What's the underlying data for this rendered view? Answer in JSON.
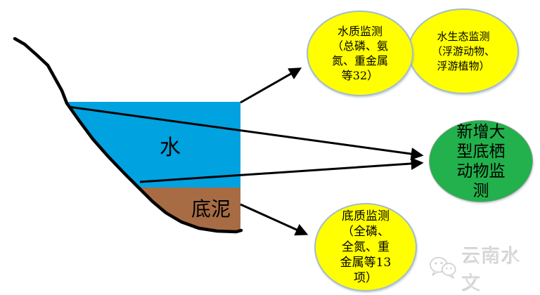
{
  "diagram": {
    "water_label": "水",
    "sediment_label": "底泥",
    "bubbles": {
      "water_quality": {
        "text": "水质监测\n（总磷、氨\n氮、重金属\n等32）",
        "fill": "#FFFF00"
      },
      "water_ecology": {
        "text": "水生态监测\n（浮游动物、\n浮游植物）",
        "fill": "#FFFF00"
      },
      "benthic": {
        "text": "新增大\n型底栖\n动物监\n测",
        "fill": "#22B14C"
      },
      "sediment_quality": {
        "text": "底质监测\n（全磷、\n全氮、重\n金属等13\n项）",
        "fill": "#FFFF00"
      }
    },
    "colors": {
      "water": "#00A2E0",
      "sediment": "#A76C44",
      "line": "#000000"
    },
    "watermark": {
      "text": "云南水文"
    }
  }
}
